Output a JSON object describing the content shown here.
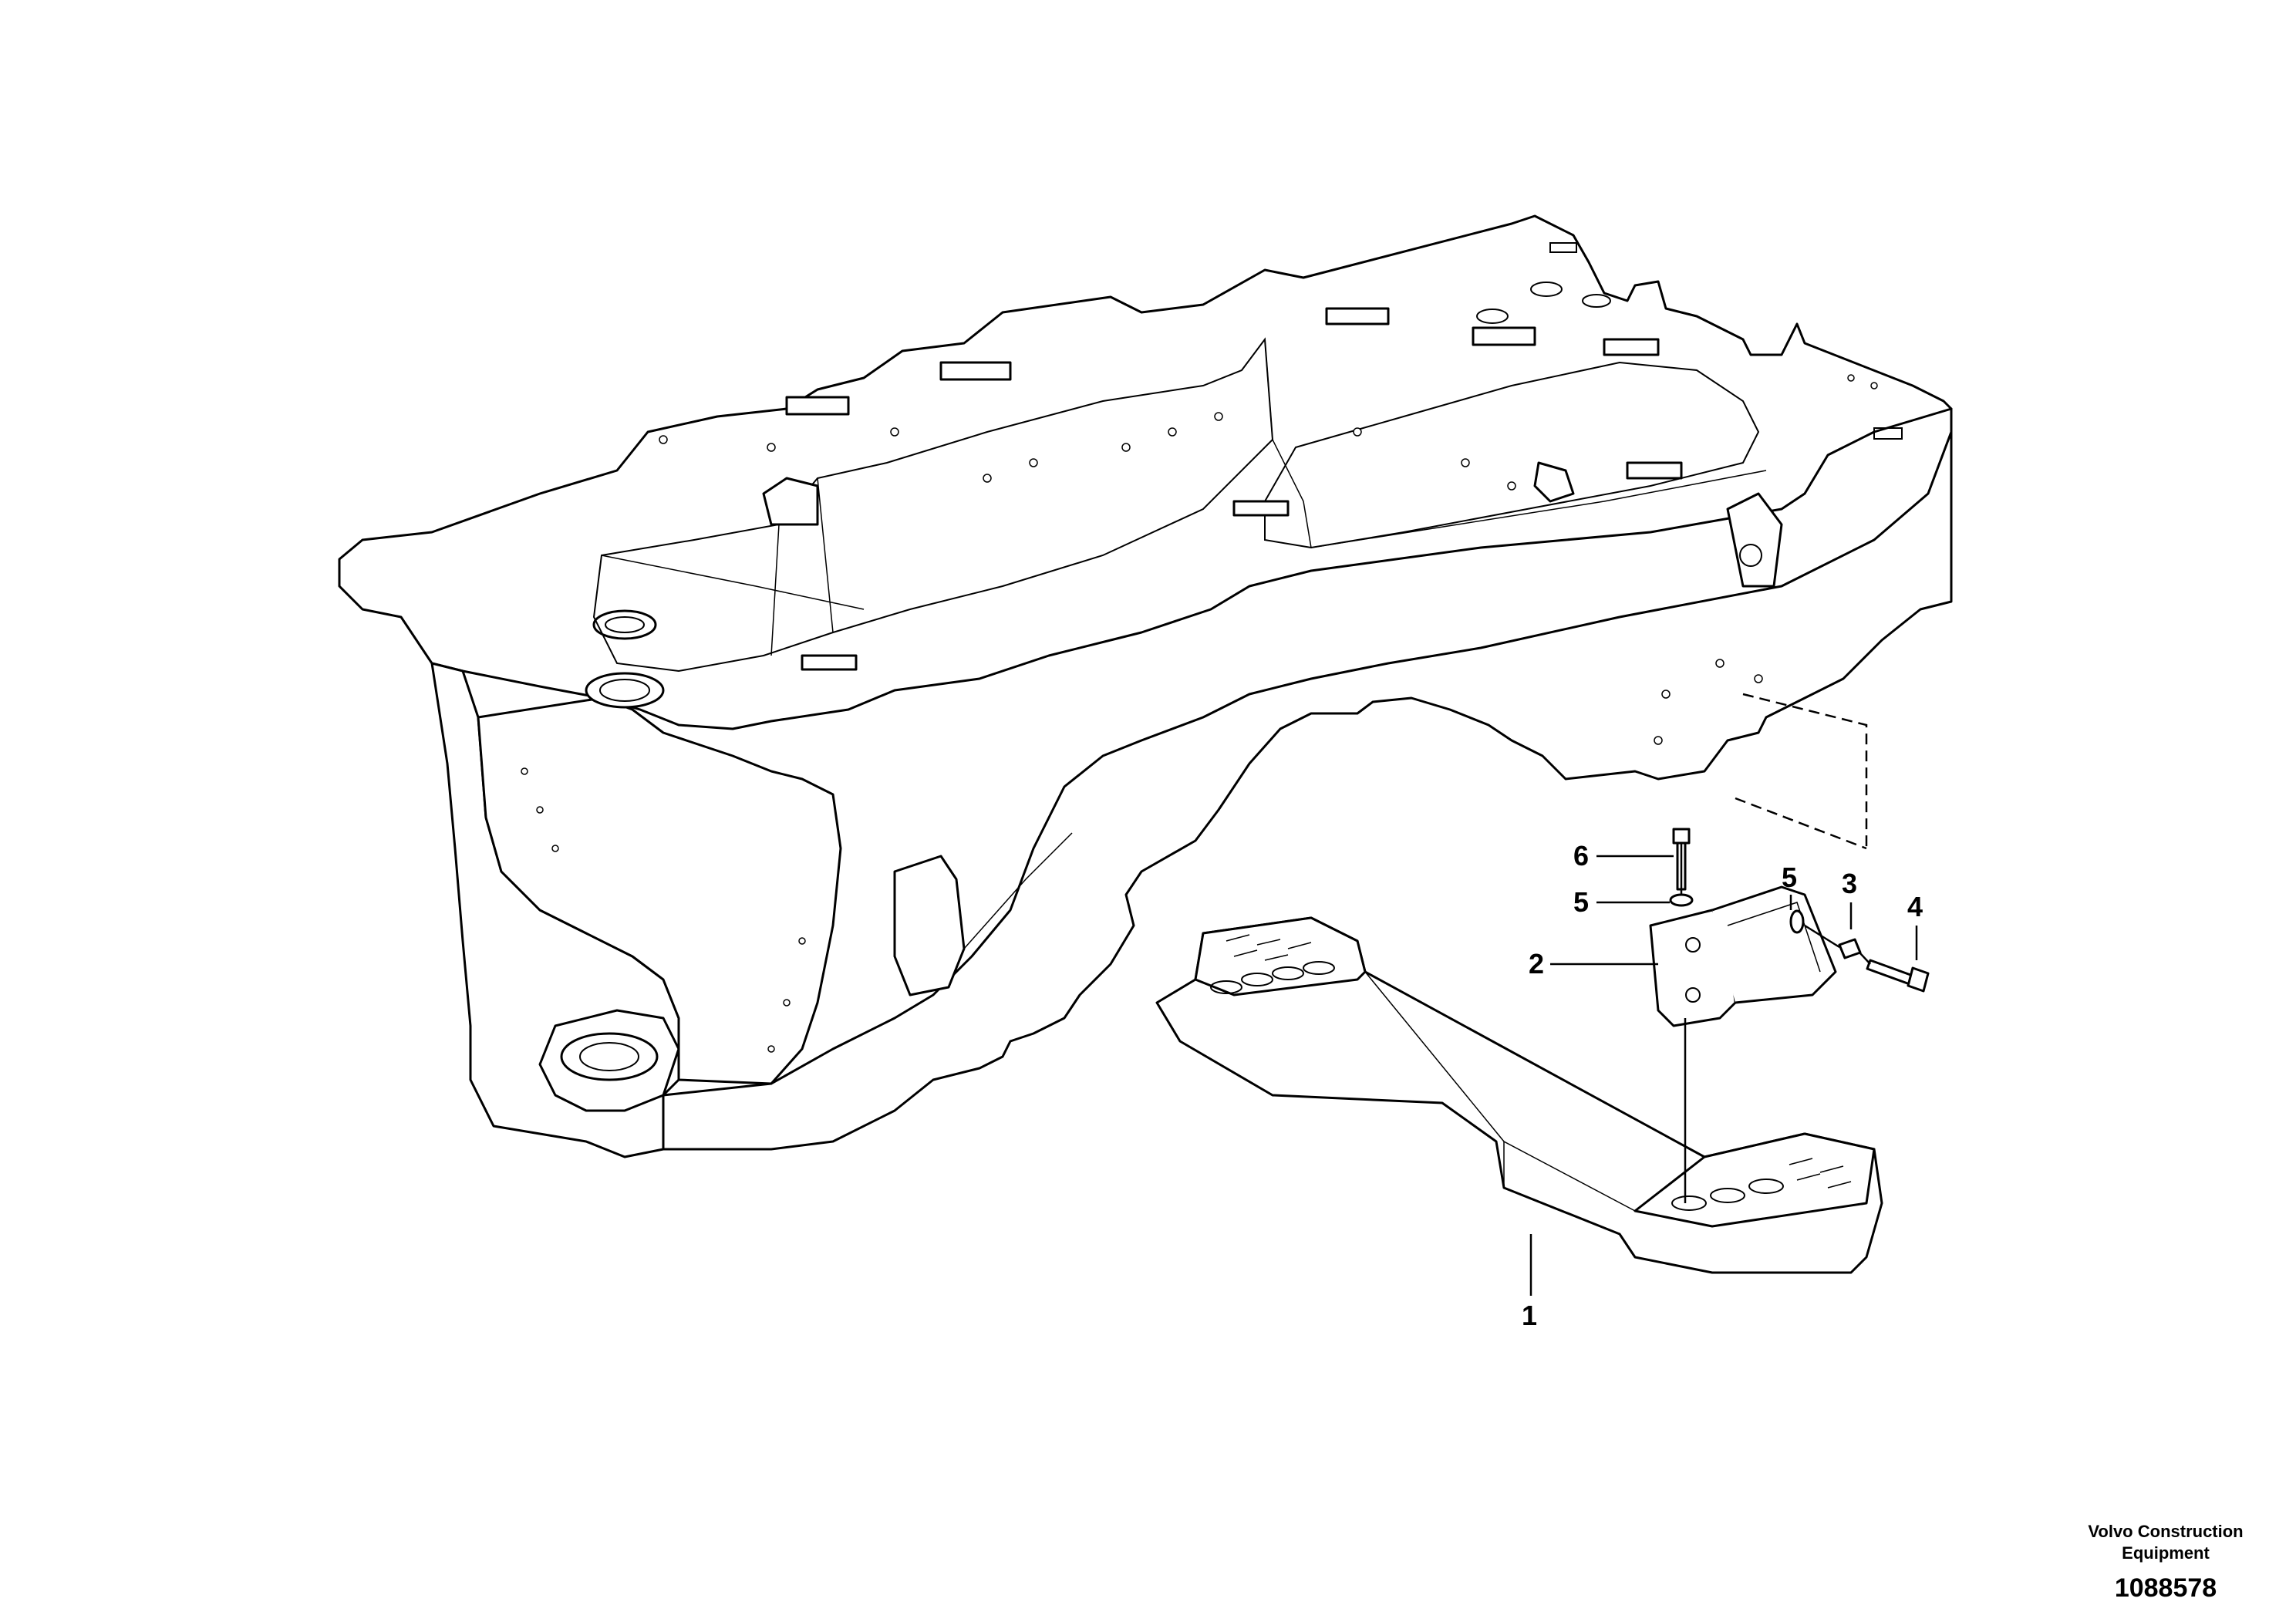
{
  "callouts": [
    {
      "id": "1",
      "label": "1"
    },
    {
      "id": "2",
      "label": "2"
    },
    {
      "id": "3",
      "label": "3"
    },
    {
      "id": "4",
      "label": "4"
    },
    {
      "id": "5a",
      "label": "5"
    },
    {
      "id": "5b",
      "label": "5"
    },
    {
      "id": "6",
      "label": "6"
    }
  ],
  "credit": {
    "line1": "Volvo Construction",
    "line2": "Equipment"
  },
  "document_number": "1088578"
}
